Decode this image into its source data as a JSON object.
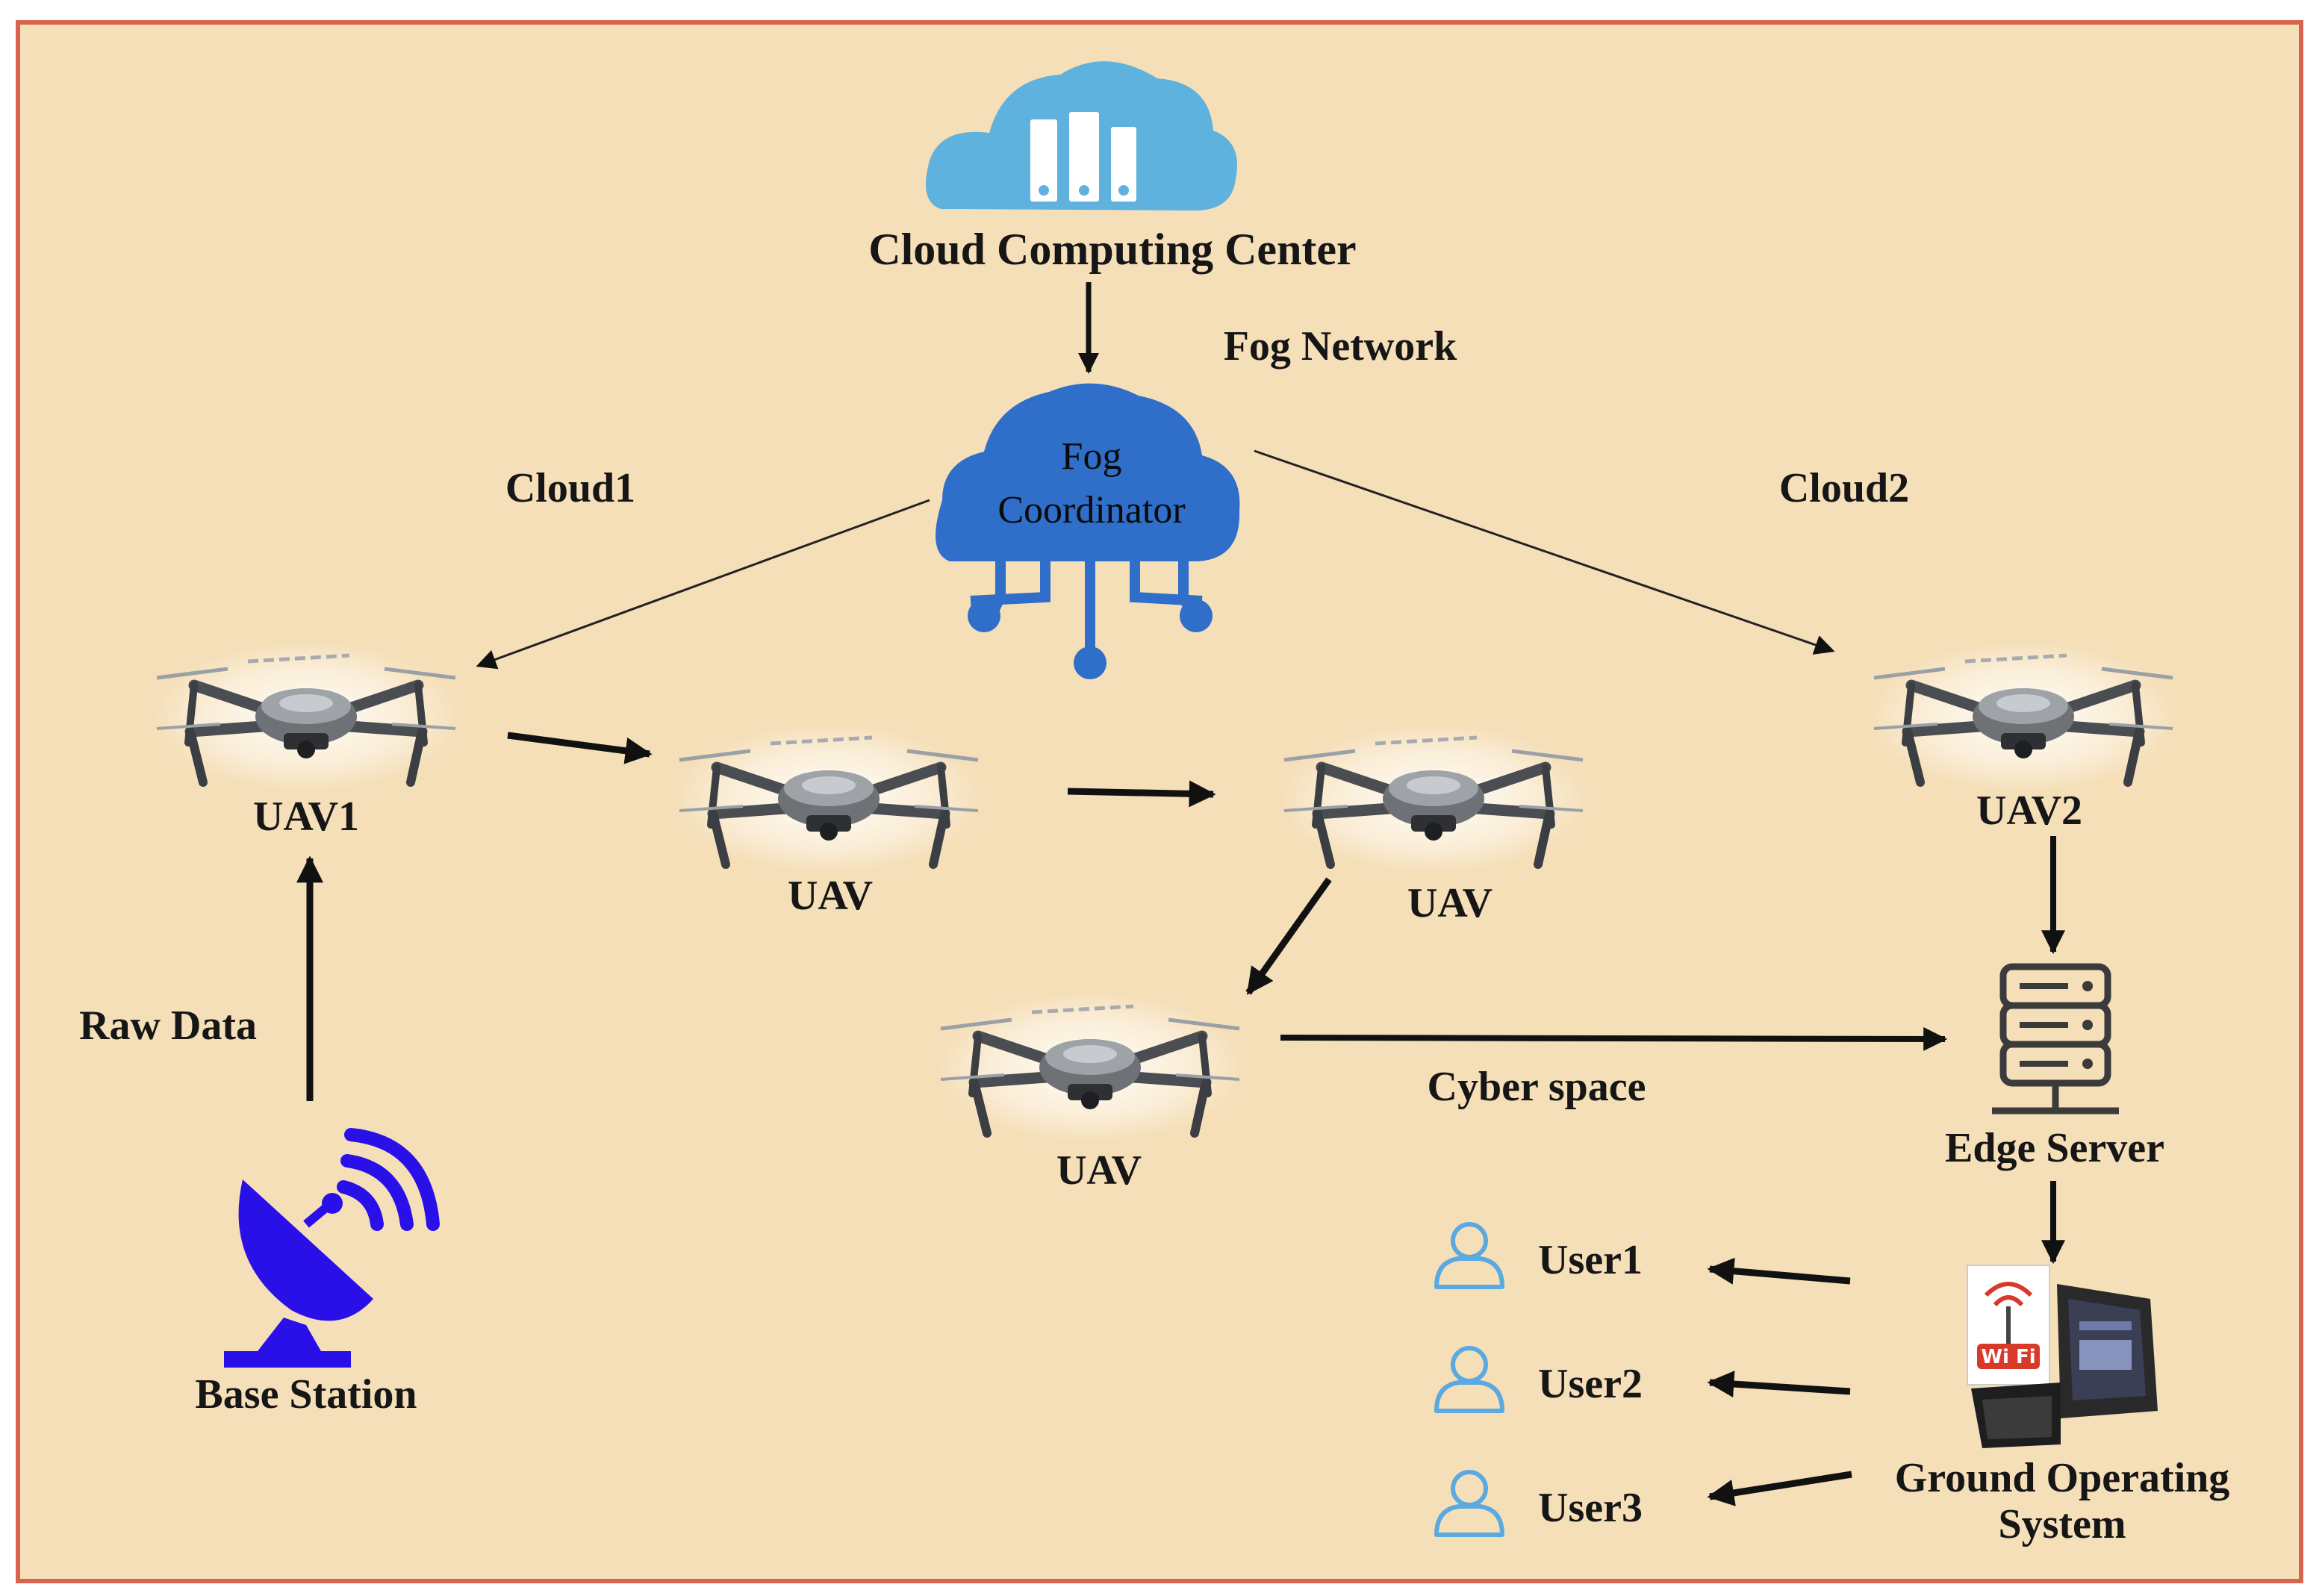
{
  "diagram": {
    "background_color": "#f5dfb9",
    "border_color": "#d9634f",
    "nodes": {
      "cloud_center": {
        "label": "Cloud Computing Center",
        "icon": "cloud-server-icon",
        "color": "#5fb2dd"
      },
      "fog_network": {
        "label": "Fog Network"
      },
      "fog_coordinator": {
        "label_line1": "Fog",
        "label_line2": "Coordinator",
        "icon": "fog-cloud-network-icon",
        "color": "#2f6ec9"
      },
      "cloud1": {
        "label": "Cloud1"
      },
      "cloud2": {
        "label": "Cloud2"
      },
      "uav1": {
        "label": "UAV1",
        "icon": "drone-icon"
      },
      "uav_a": {
        "label": "UAV",
        "icon": "drone-icon"
      },
      "uav_b": {
        "label": "UAV",
        "icon": "drone-icon"
      },
      "uav_c": {
        "label": "UAV",
        "icon": "drone-icon"
      },
      "uav2": {
        "label": "UAV2",
        "icon": "drone-icon"
      },
      "raw_data": {
        "label": "Raw Data"
      },
      "base_station": {
        "label": "Base Station",
        "icon": "satellite-dish-icon",
        "color": "#2a10e8"
      },
      "cyber_space": {
        "label": "Cyber space"
      },
      "edge_server": {
        "label": "Edge Server",
        "icon": "server-rack-icon"
      },
      "user1": {
        "label": "User1",
        "icon": "user-icon"
      },
      "user2": {
        "label": "User2",
        "icon": "user-icon"
      },
      "user3": {
        "label": "User3",
        "icon": "user-icon"
      },
      "ground_system": {
        "label_line1": "Ground Operating",
        "label_line2": "System",
        "icon": "field-laptop-wifi-icon"
      }
    }
  }
}
